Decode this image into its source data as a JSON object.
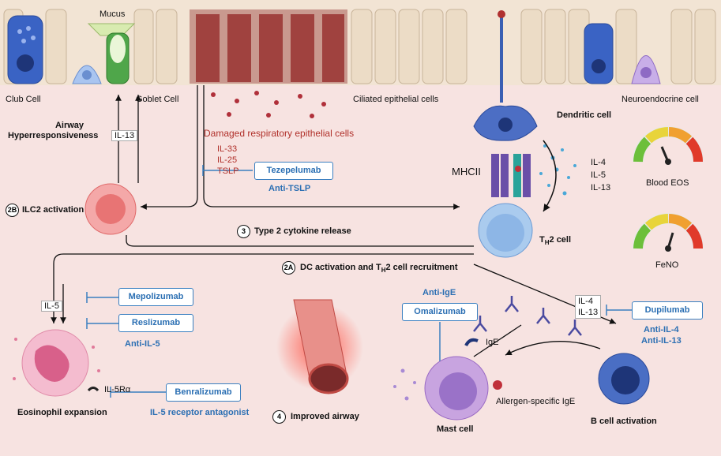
{
  "epithelium": {
    "mucus": "Mucus",
    "club_cell": "Club Cell",
    "goblet_cell": "Goblet Cell",
    "ciliated_cells": "Ciliated epithelial cells",
    "neuroendocrine_cell": "Neuroendocrine cell",
    "damaged_cells": "Damaged respiratory epithelial cells"
  },
  "airway": {
    "line1": "Airway",
    "line2": "Hyperresponsiveness",
    "il13": "IL-13"
  },
  "alarmins": {
    "il33": "IL-33",
    "il25": "IL-25",
    "tslp": "TSLP"
  },
  "tezepelumab": {
    "drug": "Tezepelumab",
    "target": "Anti-TSLP"
  },
  "ilc2": {
    "step": "2B",
    "label": "ILC2 activation"
  },
  "type2": {
    "step": "3",
    "label": "Type 2 cytokine release"
  },
  "dc": {
    "dendritic": "Dendritic cell",
    "mhcii": "MHCII",
    "cytokines": [
      "IL-4",
      "IL-5",
      "IL-13"
    ],
    "th2_main": "T",
    "th2_sub": "H",
    "th2_rest": "2 cell"
  },
  "step2a": {
    "step": "2A",
    "pre": "DC activation and T",
    "sub": "H",
    "post": "2 cell recruitment"
  },
  "gauges": {
    "eos": "Blood EOS",
    "feno": "FeNO"
  },
  "il5": {
    "label": "IL-5",
    "mepolizumab": "Mepolizumab",
    "reslizumab": "Reslizumab",
    "target": "Anti-IL-5"
  },
  "eosinophil": {
    "receptor": "IL-5Rα",
    "benralizumab": "Benralizumab",
    "target": "IL-5 receptor antagonist",
    "label": "Eosinophil expansion"
  },
  "improved": {
    "step": "4",
    "label": "Improved airway"
  },
  "ige": {
    "anti": "Anti-IgE",
    "omalizumab": "Omalizumab",
    "ige": "IgE",
    "specific": "Allergen-specific IgE",
    "mast": "Mast cell"
  },
  "bcell": {
    "il4": "IL-4",
    "il13": "IL-13",
    "dupilumab": "Dupilumab",
    "target1": "Anti-IL-4",
    "target2": "Anti-IL-13",
    "label": "B cell activation"
  },
  "colors": {
    "background": "#f7e3e1",
    "drug_blue": "#2b6fb3",
    "damage_red": "#b0302a"
  }
}
